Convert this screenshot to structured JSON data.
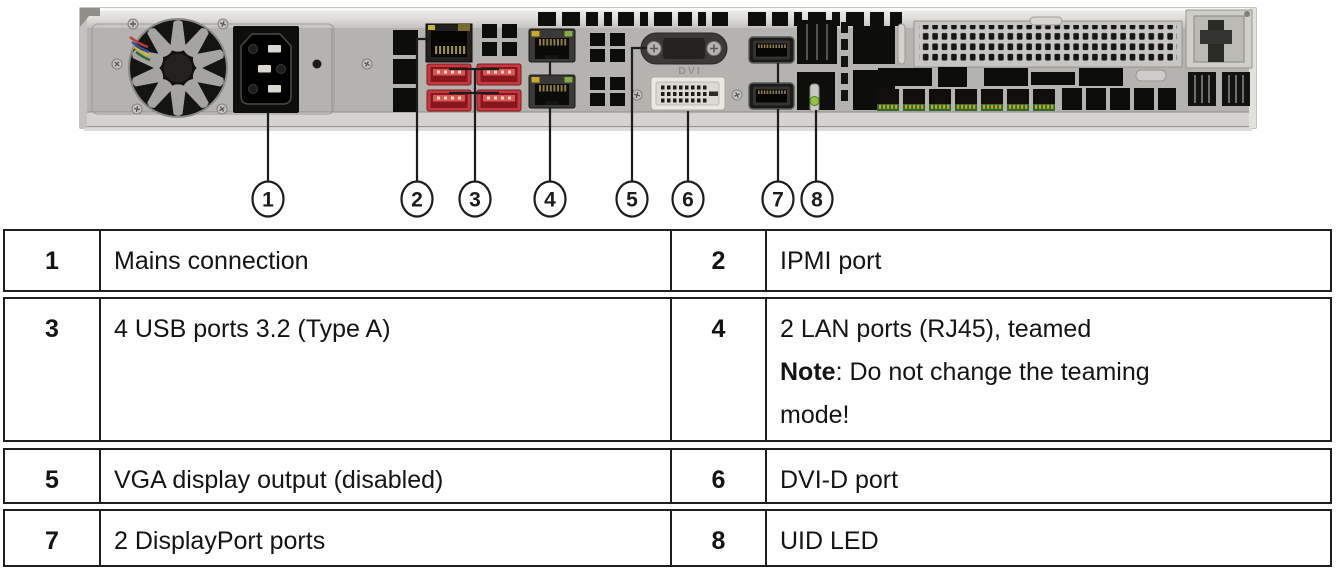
{
  "figure": {
    "description": "Rear view photo of 1U server chassis with numbered callouts",
    "dvi_label": "DVI",
    "callouts": [
      {
        "number": "1"
      },
      {
        "number": "2"
      },
      {
        "number": "3"
      },
      {
        "number": "4"
      },
      {
        "number": "5"
      },
      {
        "number": "6"
      },
      {
        "number": "7"
      },
      {
        "number": "8"
      }
    ]
  },
  "legend": {
    "rows": [
      {
        "left_num": "1",
        "left_desc": "Mains connection",
        "right_num": "2",
        "right_desc": "IPMI port"
      },
      {
        "left_num": "3",
        "left_desc": "4 USB ports 3.2 (Type A)",
        "right_num": "4",
        "right_desc": "2 LAN ports (RJ45), teamed",
        "note_label": "Note",
        "note_text": ": Do not change the teaming mode!"
      },
      {
        "left_num": "5",
        "left_desc": "VGA display output (disabled)",
        "right_num": "6",
        "right_desc": "DVI-D port"
      },
      {
        "left_num": "7",
        "left_desc": "2 DisplayPort ports",
        "right_num": "8",
        "right_desc": "UID LED"
      }
    ]
  }
}
